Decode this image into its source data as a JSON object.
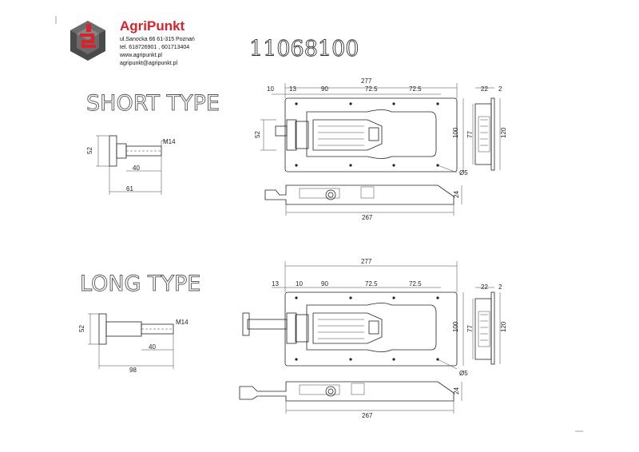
{
  "company": {
    "name": "AgriPunkt",
    "address": "ul.Sanocka 66  61-315 Poznań",
    "phone": "tel. 618726901 , 601713404",
    "website": "www.agripunkt.pl",
    "email": "agripunkt@agripunkt.pl",
    "brand_color": "#d8232a"
  },
  "drawing": {
    "part_number": "11068100",
    "short": {
      "label": "SHORT TYPE",
      "dims": {
        "top_total": "277",
        "top_10": "10",
        "top_13": "13",
        "top_90": "90",
        "top_72_5a": "72.5",
        "top_72_5b": "72.5",
        "height_52": "52",
        "height_100": "100",
        "height_77": "77",
        "height_120": "120",
        "side_22": "22",
        "side_2": "2",
        "hole": "Ø5",
        "thick_24": "24",
        "bottom_267": "267",
        "pin_52": "52",
        "pin_m14": "M14",
        "pin_40": "40",
        "pin_61": "61"
      }
    },
    "long": {
      "label": "LONG TYPE",
      "dims": {
        "top_total": "277",
        "top_13": "13",
        "top_10": "10",
        "top_90": "90",
        "top_72_5a": "72.5",
        "top_72_5b": "72.5",
        "height_100": "100",
        "height_77": "77",
        "height_120": "120",
        "side_22": "22",
        "side_2": "2",
        "hole": "Ø5",
        "thick_24": "24",
        "bottom_267": "267",
        "pin_52": "52",
        "pin_m14": "M14",
        "pin_40": "40",
        "pin_98": "98"
      }
    }
  }
}
